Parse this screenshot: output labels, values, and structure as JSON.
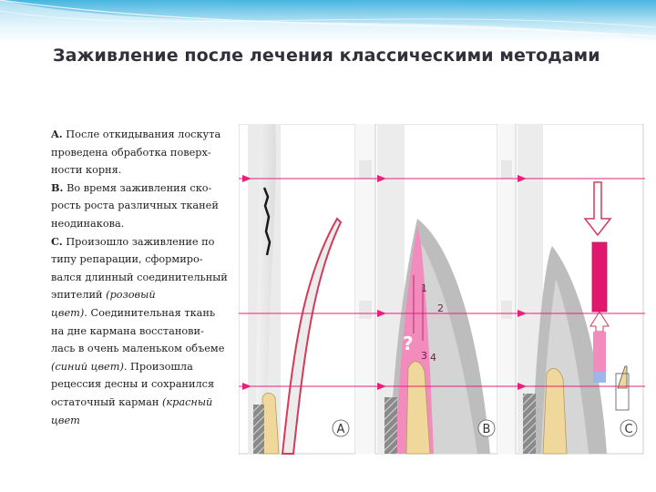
{
  "slide": {
    "title": "Заживление после лечения классическими методами",
    "caption": [
      [
        {
          "text": "A.",
          "bold": true
        },
        {
          "text": " После откидывания лоскута"
        }
      ],
      [
        {
          "text": "проведена обработка поверх-"
        }
      ],
      [
        {
          "text": "ности корня."
        }
      ],
      [
        {
          "text": "B.",
          "bold": true
        },
        {
          "text": " Во время заживления ско-"
        }
      ],
      [
        {
          "text": "рость роста различных тканей"
        }
      ],
      [
        {
          "text": "неодинакова."
        }
      ],
      [
        {
          "text": "C.",
          "bold": true
        },
        {
          "text": " Произошло заживление по"
        }
      ],
      [
        {
          "text": "типу репарации, сформиро-"
        }
      ],
      [
        {
          "text": "вался длинный соединительный"
        }
      ],
      [
        {
          "text": "эпителий "
        },
        {
          "text": "(розовый",
          "italic": true
        }
      ],
      [
        {
          "text": "цвет)",
          "italic": true
        },
        {
          "text": ". Соединительная ткань"
        }
      ],
      [
        {
          "text": "на дне кармана восстанови-"
        }
      ],
      [
        {
          "text": "лась в очень маленьком объеме"
        }
      ],
      [
        {
          "text": "(синий цвет)",
          "italic": true
        },
        {
          "text": ". Произошла"
        }
      ],
      [
        {
          "text": "рецессия десны и сохранился"
        }
      ],
      [
        {
          "text": "остаточный карман "
        },
        {
          "text": "(красный",
          "italic": true
        }
      ],
      [
        {
          "text": "цвет",
          "italic": true
        }
      ]
    ]
  },
  "figure": {
    "panel_labels": [
      "A",
      "B",
      "C"
    ],
    "numbers": [
      "1",
      "2",
      "3",
      "4"
    ],
    "question_mark": "?"
  },
  "colors": {
    "header_top": "#4cb8e0",
    "reference_line": "#e8207a",
    "epithelium_pink": "#f28cbd",
    "pocket_red": "#e0196e",
    "connective_blue": "#9fb5e8",
    "bone_yellow": "#f0d79c",
    "gingiva_gray": "#bdbdbd"
  }
}
